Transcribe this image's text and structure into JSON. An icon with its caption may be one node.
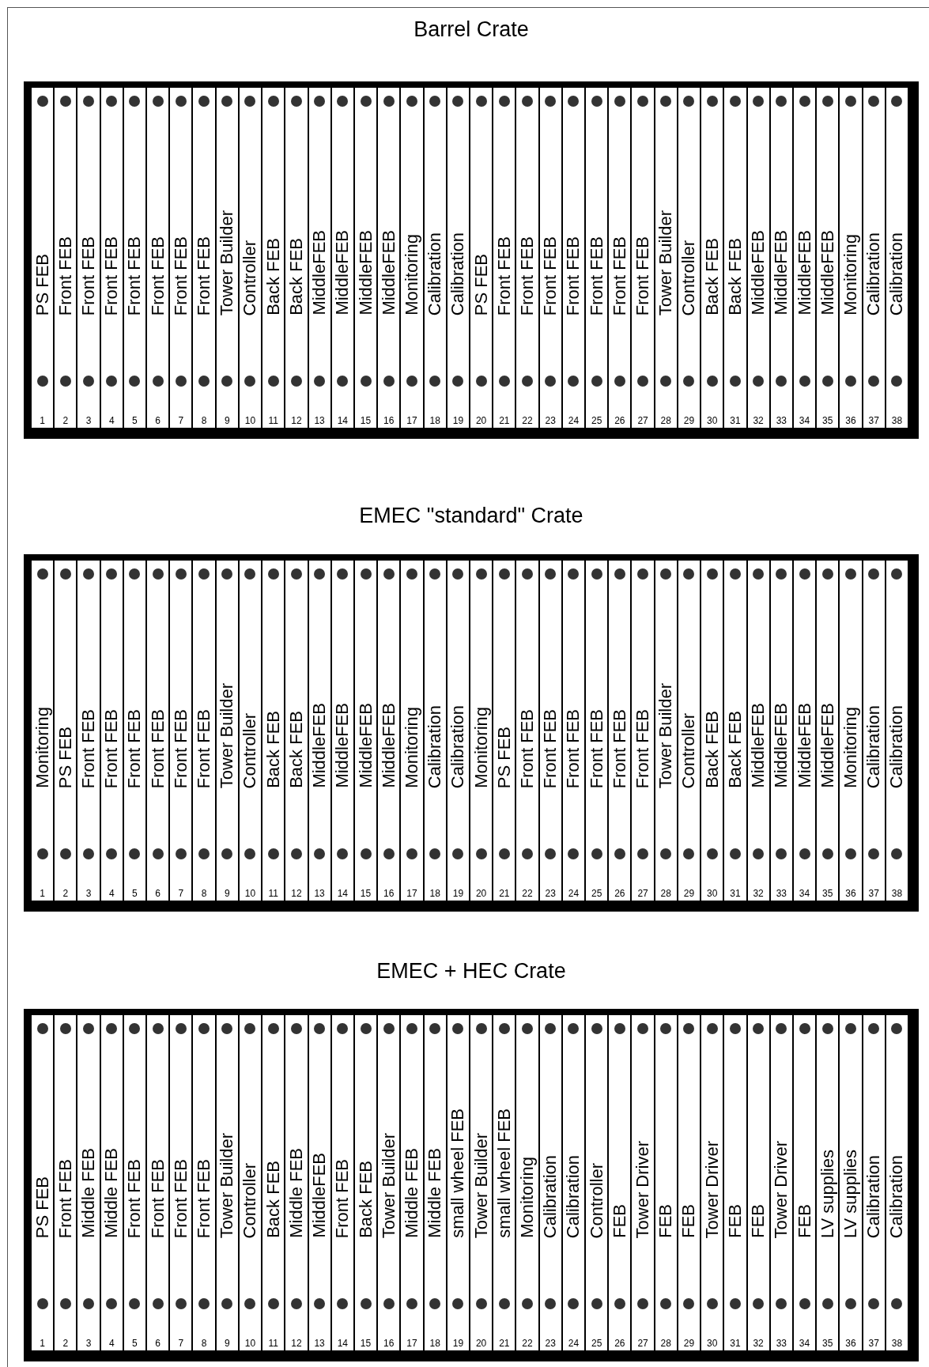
{
  "diagram": {
    "nodes": [
      {
        "text": [
          "Barrel Crate"
        ]
      },
      {
        "text": [
          "PS FEB",
          "1"
        ],
        "in": 0
      },
      {
        "text": [
          "Front FEB",
          "2"
        ],
        "in": 0
      },
      {
        "text": [
          "Front FEB",
          "3"
        ],
        "in": 0
      },
      {
        "text": [
          "Front FEB",
          "4"
        ],
        "in": 0
      },
      {
        "text": [
          "Front FEB",
          "5"
        ],
        "in": 0
      },
      {
        "text": [
          "Front FEB",
          "6"
        ],
        "in": 0
      },
      {
        "text": [
          "Front FEB",
          "7"
        ],
        "in": 0
      },
      {
        "text": [
          "Front FEB",
          "8"
        ],
        "in": 0
      },
      {
        "text": [
          "Tower Builder",
          "9"
        ],
        "in": 0
      },
      {
        "text": [
          "Controller",
          "10"
        ],
        "in": 0
      },
      {
        "text": [
          "Back FEB",
          "11"
        ],
        "in": 0
      },
      {
        "text": [
          "Back FEB",
          "12"
        ],
        "in": 0
      },
      {
        "text": [
          "MiddleFEB",
          "13"
        ],
        "in": 0
      },
      {
        "text": [
          "MiddleFEB",
          "14"
        ],
        "in": 0
      },
      {
        "text": [
          "MiddleFEB",
          "15"
        ],
        "in": 0
      },
      {
        "text": [
          "MiddleFEB",
          "16"
        ],
        "in": 0
      },
      {
        "text": [
          "Monitoring",
          "17"
        ],
        "in": 0
      },
      {
        "text": [
          "Calibration",
          "18"
        ],
        "in": 0
      },
      {
        "text": [
          "Calibration",
          "19"
        ],
        "in": 0
      },
      {
        "text": [
          "PS FEB",
          "20"
        ],
        "in": 0
      },
      {
        "text": [
          "Front FEB",
          "21"
        ],
        "in": 0
      },
      {
        "text": [
          "Front FEB",
          "22"
        ],
        "in": 0
      },
      {
        "text": [
          "Front FEB",
          "23"
        ],
        "in": 0
      },
      {
        "text": [
          "Front FEB",
          "24"
        ],
        "in": 0
      },
      {
        "text": [
          "Front FEB",
          "25"
        ],
        "in": 0
      },
      {
        "text": [
          "Front FEB",
          "26"
        ],
        "in": 0
      },
      {
        "text": [
          "Front FEB",
          "27"
        ],
        "in": 0
      },
      {
        "text": [
          "Tower Builder",
          "28"
        ],
        "in": 0
      },
      {
        "text": [
          "Controller",
          "29"
        ],
        "in": 0
      },
      {
        "text": [
          "Back FEB",
          "30"
        ],
        "in": 0
      },
      {
        "text": [
          "Back FEB",
          "31"
        ],
        "in": 0
      },
      {
        "text": [
          "MiddleFEB",
          "32"
        ],
        "in": 0
      },
      {
        "text": [
          "MiddleFEB",
          "33"
        ],
        "in": 0
      },
      {
        "text": [
          "MiddleFEB",
          "34"
        ],
        "in": 0
      },
      {
        "text": [
          "MiddleFEB",
          "35"
        ],
        "in": 0
      },
      {
        "text": [
          "Monitoring",
          "36"
        ],
        "in": 0
      },
      {
        "text": [
          "Calibration",
          "37"
        ],
        "in": 0
      },
      {
        "text": [
          "Calibration",
          "38"
        ],
        "in": 0
      },
      {
        "text": [
          "EMEC \"standard\" Crate"
        ]
      },
      {
        "text": [
          "Monitoring",
          "1"
        ],
        "in": 39
      },
      {
        "text": [
          "PS FEB",
          "2"
        ],
        "in": 39
      },
      {
        "text": [
          "Front FEB",
          "3"
        ],
        "in": 39
      },
      {
        "text": [
          "Front FEB",
          "4"
        ],
        "in": 39
      },
      {
        "text": [
          "Front FEB",
          "5"
        ],
        "in": 39
      },
      {
        "text": [
          "Front FEB",
          "6"
        ],
        "in": 39
      },
      {
        "text": [
          "Front FEB",
          "7"
        ],
        "in": 39
      },
      {
        "text": [
          "Front FEB",
          "8"
        ],
        "in": 39
      },
      {
        "text": [
          "Tower Builder",
          "9"
        ],
        "in": 39
      },
      {
        "text": [
          "Controller",
          "10"
        ],
        "in": 39
      },
      {
        "text": [
          "Back FEB",
          "11"
        ],
        "in": 39
      },
      {
        "text": [
          "Back FEB",
          "12"
        ],
        "in": 39
      },
      {
        "text": [
          "MiddleFEB",
          "13"
        ],
        "in": 39
      },
      {
        "text": [
          "MiddleFEB",
          "14"
        ],
        "in": 39
      },
      {
        "text": [
          "MiddleFEB",
          "15"
        ],
        "in": 39
      },
      {
        "text": [
          "MiddleFEB",
          "16"
        ],
        "in": 39
      },
      {
        "text": [
          "Monitoring",
          "17"
        ],
        "in": 39
      },
      {
        "text": [
          "Calibration",
          "18"
        ],
        "in": 39
      },
      {
        "text": [
          "Calibration",
          "19"
        ],
        "in": 39
      },
      {
        "text": [
          "Monitoring",
          "20"
        ],
        "in": 39
      },
      {
        "text": [
          "PS FEB",
          "21"
        ],
        "in": 39
      },
      {
        "text": [
          "Front FEB",
          "22"
        ],
        "in": 39
      },
      {
        "text": [
          "Front FEB",
          "23"
        ],
        "in": 39
      },
      {
        "text": [
          "Front FEB",
          "24"
        ],
        "in": 39
      },
      {
        "text": [
          "Front FEB",
          "25"
        ],
        "in": 39
      },
      {
        "text": [
          "Front FEB",
          "26"
        ],
        "in": 39
      },
      {
        "text": [
          "Front FEB",
          "27"
        ],
        "in": 39
      },
      {
        "text": [
          "Tower Builder",
          "28"
        ],
        "in": 39
      },
      {
        "text": [
          "Controller",
          "29"
        ],
        "in": 39
      },
      {
        "text": [
          "Back FEB",
          "30"
        ],
        "in": 39
      },
      {
        "text": [
          "Back FEB",
          "31"
        ],
        "in": 39
      },
      {
        "text": [
          "MiddleFEB",
          "32"
        ],
        "in": 39
      },
      {
        "text": [
          "MiddleFEB",
          "33"
        ],
        "in": 39
      },
      {
        "text": [
          "MiddleFEB",
          "34"
        ],
        "in": 39
      },
      {
        "text": [
          "MiddleFEB",
          "35"
        ],
        "in": 39
      },
      {
        "text": [
          "Monitoring",
          "36"
        ],
        "in": 39
      },
      {
        "text": [
          "Calibration",
          "37"
        ],
        "in": 39
      },
      {
        "text": [
          "Calibration",
          "38"
        ],
        "in": 39
      },
      {
        "text": [
          "EMEC + HEC Crate"
        ]
      },
      {
        "text": [
          "PS FEB",
          "1"
        ],
        "in": 78
      },
      {
        "text": [
          "Front FEB",
          "2"
        ],
        "in": 78
      },
      {
        "text": [
          "Middle FEB",
          "3"
        ],
        "in": 78
      },
      {
        "text": [
          "Middle FEB",
          "4"
        ],
        "in": 78
      },
      {
        "text": [
          "Front FEB",
          "5"
        ],
        "in": 78
      },
      {
        "text": [
          "Front FEB",
          "6"
        ],
        "in": 78
      },
      {
        "text": [
          "Front FEB",
          "7"
        ],
        "in": 78
      },
      {
        "text": [
          "Front FEB",
          "8"
        ],
        "in": 78
      },
      {
        "text": [
          "Tower Builder",
          "9"
        ],
        "in": 78
      },
      {
        "text": [
          "Controller",
          "10"
        ],
        "in": 78
      },
      {
        "text": [
          "Back FEB",
          "11"
        ],
        "in": 78
      },
      {
        "text": [
          "Middle FEB",
          "12"
        ],
        "in": 78
      },
      {
        "text": [
          "MiddleFEB",
          "13"
        ],
        "in": 78
      },
      {
        "text": [
          "Front FEB",
          "14"
        ],
        "in": 78
      },
      {
        "text": [
          "Back FEB",
          "15"
        ],
        "in": 78
      },
      {
        "text": [
          "Tower Builder",
          "16"
        ],
        "in": 78
      },
      {
        "text": [
          "Middle FEB",
          "17"
        ],
        "in": 78
      },
      {
        "text": [
          "Middle FEB",
          "18"
        ],
        "in": 78
      },
      {
        "text": [
          "small wheel FEB",
          "19"
        ],
        "in": 78
      },
      {
        "text": [
          "Tower Builder",
          "20"
        ],
        "in": 78
      },
      {
        "text": [
          "small wheel FEB",
          "21"
        ],
        "in": 78
      },
      {
        "text": [
          "Monitoring",
          "22"
        ],
        "in": 78
      },
      {
        "text": [
          "Calibration",
          "23"
        ],
        "in": 78
      },
      {
        "text": [
          "Calibration",
          "24"
        ],
        "in": 78
      },
      {
        "text": [
          "Controller",
          "25"
        ],
        "in": 78
      },
      {
        "text": [
          "FEB",
          "26"
        ],
        "in": 78
      },
      {
        "text": [
          "Tower Driver",
          "27"
        ],
        "in": 78
      },
      {
        "text": [
          "FEB",
          "28"
        ],
        "in": 78
      },
      {
        "text": [
          "FEB",
          "29"
        ],
        "in": 78
      },
      {
        "text": [
          "Tower Driver",
          "30"
        ],
        "in": 78
      },
      {
        "text": [
          "FEB",
          "31"
        ],
        "in": 78
      },
      {
        "text": [
          "FEB",
          "32"
        ],
        "in": 78
      },
      {
        "text": [
          "Tower Driver",
          "33"
        ],
        "in": 78
      },
      {
        "text": [
          "FEB",
          "34"
        ],
        "in": 78
      },
      {
        "text": [
          "LV supplies",
          "35"
        ],
        "in": 78
      },
      {
        "text": [
          "LV supplies",
          "36"
        ],
        "in": 78
      },
      {
        "text": [
          "Calibration",
          "37"
        ],
        "in": 78
      },
      {
        "text": [
          "Calibration",
          "38"
        ],
        "in": 78
      }
    ]
  }
}
